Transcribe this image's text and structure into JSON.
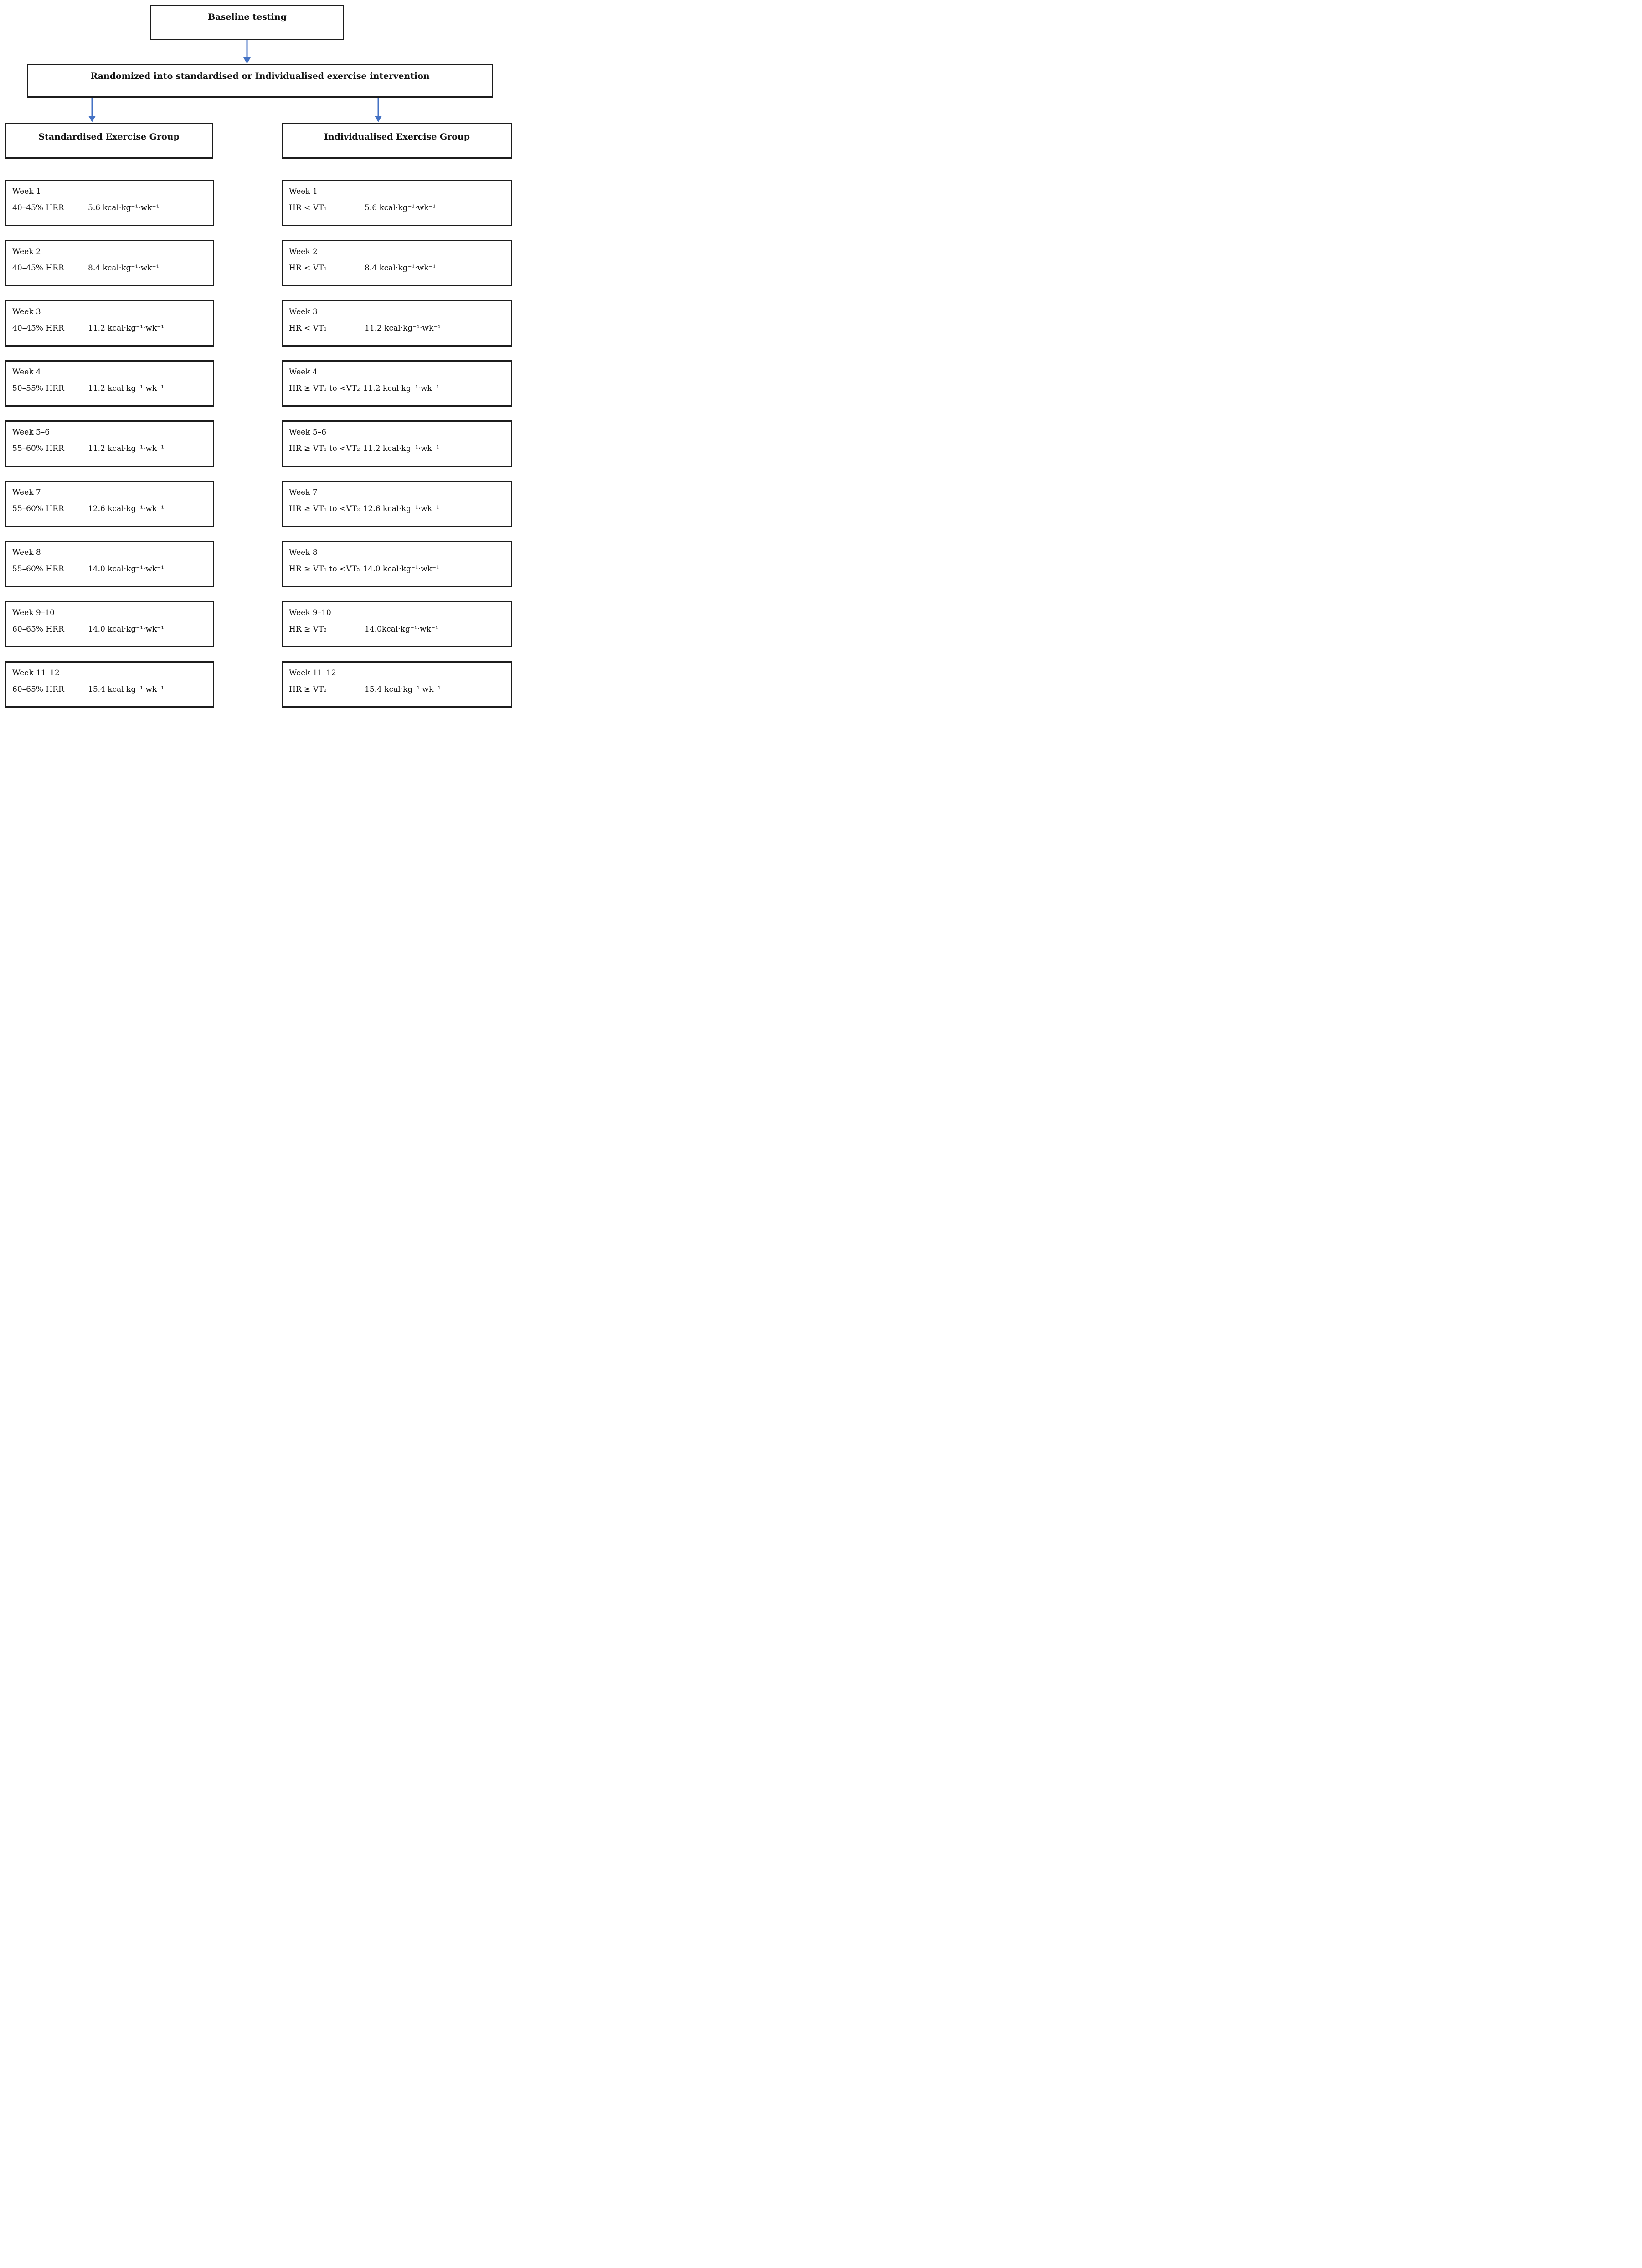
{
  "colors": {
    "arrow": "#4472C4",
    "border": "#1c1c1c",
    "text": "#141414",
    "background": "#ffffff"
  },
  "flow": {
    "baseline_label": "Baseline testing",
    "randomized_label": "Randomized into standardised or Individualised exercise intervention"
  },
  "columns": [
    {
      "id": "standardised",
      "header": "Standardised Exercise Group",
      "weeks": [
        {
          "week": "Week 1",
          "intensity": "40–45% HRR",
          "dose": "5.6 kcal·kg⁻¹·wk⁻¹",
          "layout": "split"
        },
        {
          "week": "Week 2",
          "intensity": "40–45% HRR",
          "dose": "8.4 kcal·kg⁻¹·wk⁻¹",
          "layout": "split"
        },
        {
          "week": "Week 3",
          "intensity": "40–45% HRR",
          "dose": "11.2 kcal·kg⁻¹·wk⁻¹",
          "layout": "split"
        },
        {
          "week": "Week 4",
          "intensity": "50–55% HRR",
          "dose": "11.2 kcal·kg⁻¹·wk⁻¹",
          "layout": "split"
        },
        {
          "week": "Week 5–6",
          "intensity": "55–60% HRR",
          "dose": "11.2 kcal·kg⁻¹·wk⁻¹",
          "layout": "split"
        },
        {
          "week": "Week 7",
          "intensity": "55–60% HRR",
          "dose": "12.6 kcal·kg⁻¹·wk⁻¹",
          "layout": "split"
        },
        {
          "week": "Week 8",
          "intensity": "55–60% HRR",
          "dose": "14.0 kcal·kg⁻¹·wk⁻¹",
          "layout": "split"
        },
        {
          "week": "Week 9–10",
          "intensity": "60–65% HRR",
          "dose": "14.0 kcal·kg⁻¹·wk⁻¹",
          "layout": "split"
        },
        {
          "week": "Week 11–12",
          "intensity": "60–65% HRR",
          "dose": "15.4 kcal·kg⁻¹·wk⁻¹",
          "layout": "split"
        }
      ]
    },
    {
      "id": "individualised",
      "header": "Individualised Exercise Group",
      "weeks": [
        {
          "week": "Week 1",
          "intensity": "HR < VT₁",
          "dose": "5.6 kcal·kg⁻¹·wk⁻¹",
          "layout": "split"
        },
        {
          "week": "Week 2",
          "intensity": "HR < VT₁",
          "dose": "8.4 kcal·kg⁻¹·wk⁻¹",
          "layout": "split"
        },
        {
          "week": "Week 3",
          "intensity": "HR < VT₁",
          "dose": "11.2 kcal·kg⁻¹·wk⁻¹",
          "layout": "split"
        },
        {
          "week": "Week 4",
          "intensity": "HR ≥ VT₁ to <VT₂",
          "dose": "11.2 kcal·kg⁻¹·wk⁻¹",
          "layout": "inline"
        },
        {
          "week": "Week 5–6",
          "intensity": "HR ≥ VT₁ to <VT₂",
          "dose": "11.2 kcal·kg⁻¹·wk⁻¹",
          "layout": "inline"
        },
        {
          "week": "Week 7",
          "intensity": "HR ≥ VT₁ to <VT₂",
          "dose": "12.6 kcal·kg⁻¹·wk⁻¹",
          "layout": "inline"
        },
        {
          "week": "Week 8",
          "intensity": "HR ≥ VT₁ to <VT₂",
          "dose": "14.0 kcal·kg⁻¹·wk⁻¹",
          "layout": "inline"
        },
        {
          "week": "Week 9–10",
          "intensity": "HR ≥ VT₂",
          "dose": "14.0kcal·kg⁻¹·wk⁻¹",
          "layout": "split"
        },
        {
          "week": "Week 11–12",
          "intensity": "HR ≥ VT₂",
          "dose": "15.4 kcal·kg⁻¹·wk⁻¹",
          "layout": "split"
        }
      ]
    }
  ]
}
